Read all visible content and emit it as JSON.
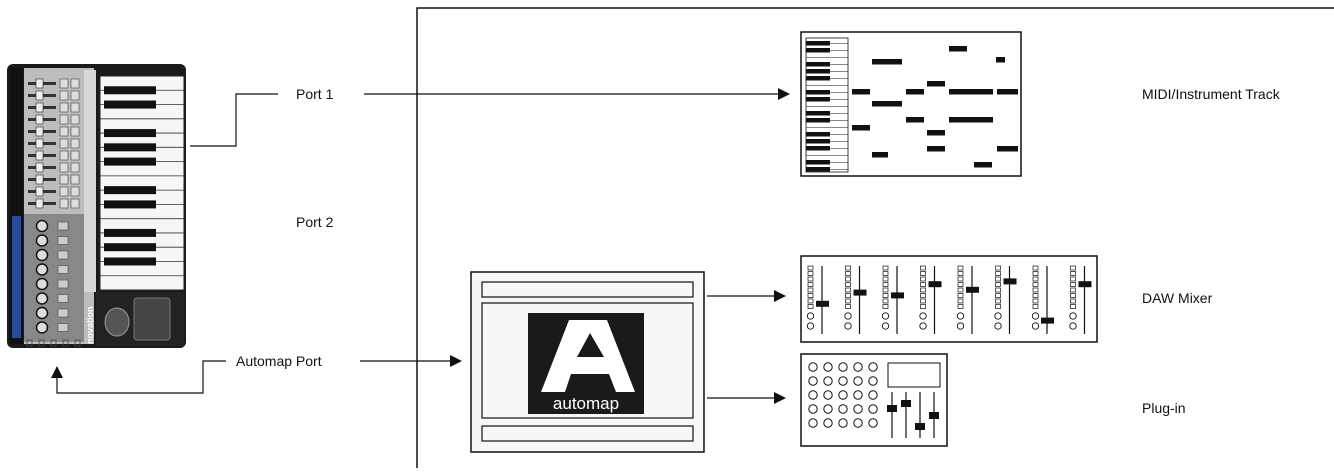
{
  "ports": {
    "port1": "Port 1",
    "port2": "Port 2",
    "automap_port": "Automap Port"
  },
  "destinations": {
    "midi_track": "MIDI/Instrument Track",
    "daw_mixer": "DAW Mixer",
    "plugin": "Plug-in"
  },
  "controller": {
    "brand": "novation"
  },
  "automap": {
    "logo_letter": "A",
    "logo_word": "automap"
  },
  "colors": {
    "line": "#111111",
    "controller_body": "#1a1a1a",
    "controller_panel": "#b9b9b9",
    "screen_blue": "#2a4a9a",
    "logo_bg": "#1a1a1a"
  },
  "mixer_fader_levels": [
    0.55,
    0.35,
    0.4,
    0.2,
    0.3,
    0.15,
    0.85,
    0.2
  ]
}
